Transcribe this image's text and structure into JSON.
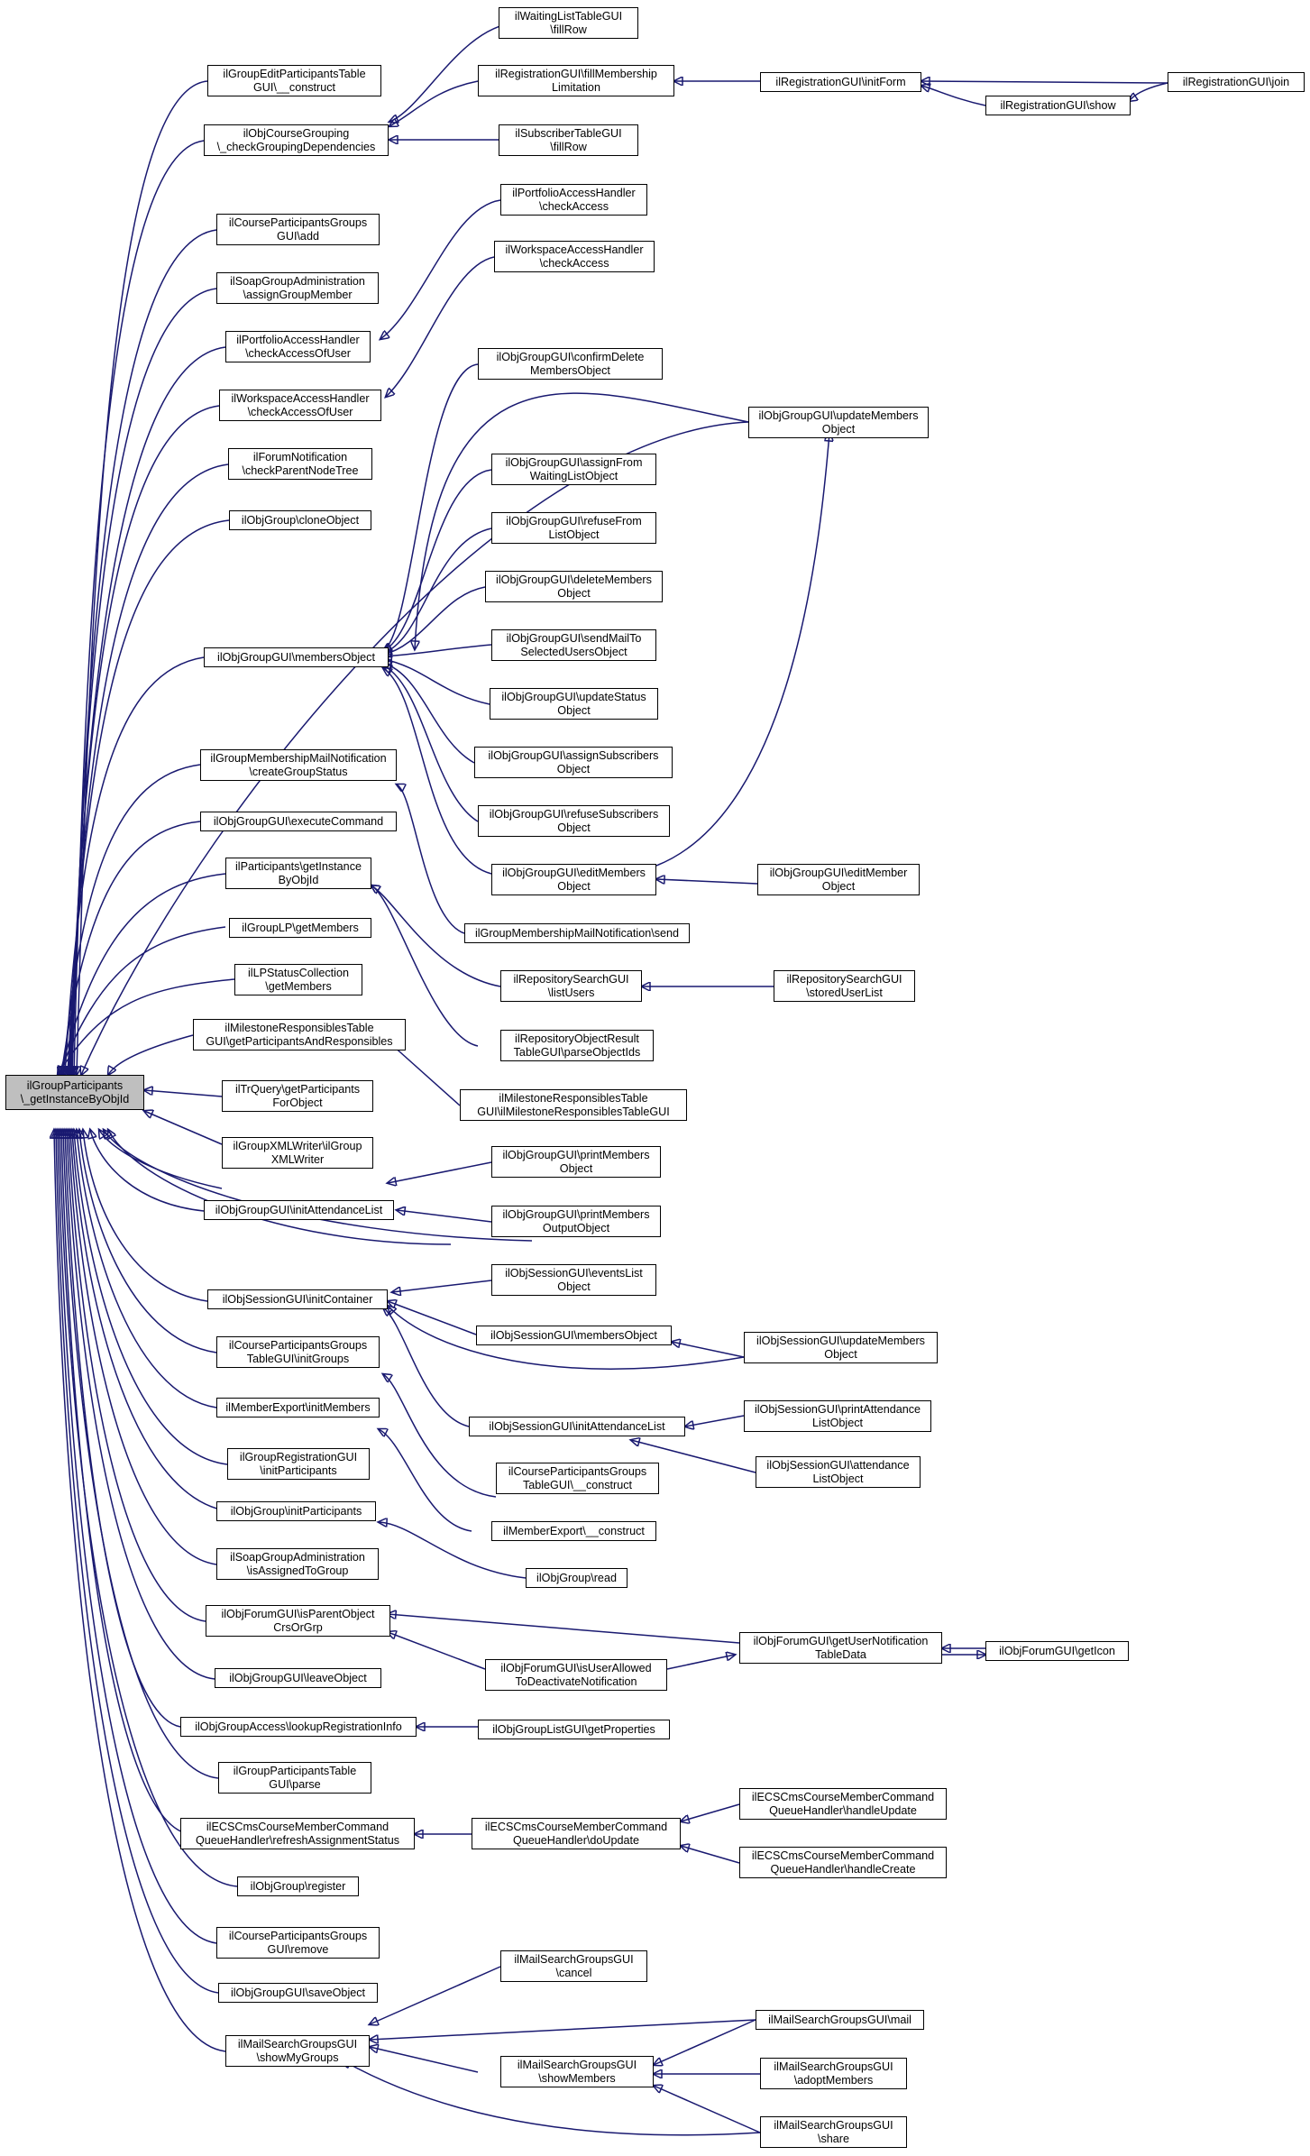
{
  "colors": {
    "edge": "#191970",
    "border": "#000000",
    "root_fill": "#bfbfbf",
    "node_fill": "#ffffff"
  },
  "nodes": {
    "root": [
      "ilGroupParticipants",
      "\\_getInstanceByObjId"
    ],
    "editParticipantsTableConstruct": [
      "ilGroupEditParticipantsTable",
      "GUI\\__construct"
    ],
    "checkGroupingDependencies": [
      "ilObjCourseGrouping",
      "\\_checkGroupingDependencies"
    ],
    "waitingListFillRow": [
      "ilWaitingListTableGUI",
      "\\fillRow"
    ],
    "fillMembershipLimitation": [
      "ilRegistrationGUI\\fillMembership",
      "Limitation"
    ],
    "subscriberFillRow": [
      "ilSubscriberTableGUI",
      "\\fillRow"
    ],
    "regInitForm": [
      "ilRegistrationGUI\\initForm"
    ],
    "regShow": [
      "ilRegistrationGUI\\show"
    ],
    "regJoin": [
      "ilRegistrationGUI\\join"
    ],
    "courseGroupsAdd": [
      "ilCourseParticipantsGroups",
      "GUI\\add"
    ],
    "soapAssign": [
      "ilSoapGroupAdministration",
      "\\assignGroupMember"
    ],
    "portfolioCheckOfUser": [
      "ilPortfolioAccessHandler",
      "\\checkAccessOfUser"
    ],
    "portfolioCheck": [
      "ilPortfolioAccessHandler",
      "\\checkAccess"
    ],
    "workspaceCheckOfUser": [
      "ilWorkspaceAccessHandler",
      "\\checkAccessOfUser"
    ],
    "workspaceCheck": [
      "ilWorkspaceAccessHandler",
      "\\checkAccess"
    ],
    "forumCheckParent": [
      "ilForumNotification",
      "\\checkParentNodeTree"
    ],
    "groupClone": [
      "ilObjGroup\\cloneObject"
    ],
    "membersObject": [
      "ilObjGroupGUI\\membersObject"
    ],
    "confirmDelete": [
      "ilObjGroupGUI\\confirmDelete",
      "MembersObject"
    ],
    "updateMembers": [
      "ilObjGroupGUI\\updateMembers",
      "Object"
    ],
    "assignFromWaiting": [
      "ilObjGroupGUI\\assignFrom",
      "WaitingListObject"
    ],
    "refuseFromList": [
      "ilObjGroupGUI\\refuseFrom",
      "ListObject"
    ],
    "deleteMembers": [
      "ilObjGroupGUI\\deleteMembers",
      "Object"
    ],
    "sendMailTo": [
      "ilObjGroupGUI\\sendMailTo",
      "SelectedUsersObject"
    ],
    "updateStatus": [
      "ilObjGroupGUI\\updateStatus",
      "Object"
    ],
    "assignSubscribers": [
      "ilObjGroupGUI\\assignSubscribers",
      "Object"
    ],
    "refuseSubscribers": [
      "ilObjGroupGUI\\refuseSubscribers",
      "Object"
    ],
    "editMembers": [
      "ilObjGroupGUI\\editMembers",
      "Object"
    ],
    "editMember": [
      "ilObjGroupGUI\\editMember",
      "Object"
    ],
    "mailNotifCreate": [
      "ilGroupMembershipMailNotification",
      "\\createGroupStatus"
    ],
    "mailNotifSend": [
      "ilGroupMembershipMailNotification\\send"
    ],
    "executeCommand": [
      "ilObjGroupGUI\\executeCommand"
    ],
    "participantsGetInstance": [
      "ilParticipants\\getInstance",
      "ByObjId"
    ],
    "repoSearchListUsers": [
      "ilRepositorySearchGUI",
      "\\listUsers"
    ],
    "repoSearchStored": [
      "ilRepositorySearchGUI",
      "\\storedUserList"
    ],
    "repoObjResult": [
      "ilRepositoryObjectResult",
      "TableGUI\\parseObjectIds"
    ],
    "lpGetMembers": [
      "ilGroupLP\\getMembers"
    ],
    "lpStatusGetMembers": [
      "ilLPStatusCollection",
      "\\getMembers"
    ],
    "milestoneGetPart": [
      "ilMilestoneResponsiblesTable",
      "GUI\\getParticipantsAndResponsibles"
    ],
    "milestoneCtor": [
      "ilMilestoneResponsiblesTable",
      "GUI\\ilMilestoneResponsiblesTableGUI"
    ],
    "trQuery": [
      "ilTrQuery\\getParticipants",
      "ForObject"
    ],
    "xmlWriter": [
      "ilGroupXMLWriter\\ilGroup",
      "XMLWriter"
    ],
    "initAttendance": [
      "ilObjGroupGUI\\initAttendanceList"
    ],
    "printMembers": [
      "ilObjGroupGUI\\printMembers",
      "Object"
    ],
    "printMembersOutput": [
      "ilObjGroupGUI\\printMembers",
      "OutputObject"
    ],
    "sessionInitContainer": [
      "ilObjSessionGUI\\initContainer"
    ],
    "sessionEventsList": [
      "ilObjSessionGUI\\eventsList",
      "Object"
    ],
    "sessionMembers": [
      "ilObjSessionGUI\\membersObject"
    ],
    "sessionUpdateMembers": [
      "ilObjSessionGUI\\updateMembers",
      "Object"
    ],
    "sessionInitAttendance": [
      "ilObjSessionGUI\\initAttendanceList"
    ],
    "sessionPrintAttendance": [
      "ilObjSessionGUI\\printAttendance",
      "ListObject"
    ],
    "sessionAttendanceList": [
      "ilObjSessionGUI\\attendance",
      "ListObject"
    ],
    "courseGroupsInit": [
      "ilCourseParticipantsGroups",
      "TableGUI\\initGroups"
    ],
    "courseGroupsCtor": [
      "ilCourseParticipantsGroups",
      "TableGUI\\__construct"
    ],
    "memberExportInit": [
      "ilMemberExport\\initMembers"
    ],
    "memberExportCtor": [
      "ilMemberExport\\__construct"
    ],
    "groupRegInit": [
      "ilGroupRegistrationGUI",
      "\\initParticipants"
    ],
    "groupInitPart": [
      "ilObjGroup\\initParticipants"
    ],
    "groupRead": [
      "ilObjGroup\\read"
    ],
    "soapIsAssigned": [
      "ilSoapGroupAdministration",
      "\\isAssignedToGroup"
    ],
    "forumIsParent": [
      "ilObjForumGUI\\isParentObject",
      "CrsOrGrp"
    ],
    "forumIsUserAllowed": [
      "ilObjForumGUI\\isUserAllowed",
      "ToDeactivateNotification"
    ],
    "forumGetNotif": [
      "ilObjForumGUI\\getUserNotification",
      "TableData"
    ],
    "forumGetIcon": [
      "ilObjForumGUI\\getIcon"
    ],
    "leaveObject": [
      "ilObjGroupGUI\\leaveObject"
    ],
    "lookupRegInfo": [
      "ilObjGroupAccess\\lookupRegistrationInfo"
    ],
    "groupListProps": [
      "ilObjGroupListGUI\\getProperties"
    ],
    "partTableParse": [
      "ilGroupParticipantsTable",
      "GUI\\parse"
    ],
    "ecsRefresh": [
      "ilECSCmsCourseMemberCommand",
      "QueueHandler\\refreshAssignmentStatus"
    ],
    "ecsDoUpdate": [
      "ilECSCmsCourseMemberCommand",
      "QueueHandler\\doUpdate"
    ],
    "ecsHandleUpdate": [
      "ilECSCmsCourseMemberCommand",
      "QueueHandler\\handleUpdate"
    ],
    "ecsHandleCreate": [
      "ilECSCmsCourseMemberCommand",
      "QueueHandler\\handleCreate"
    ],
    "groupRegister": [
      "ilObjGroup\\register"
    ],
    "courseGroupsRemove": [
      "ilCourseParticipantsGroups",
      "GUI\\remove"
    ],
    "saveObject": [
      "ilObjGroupGUI\\saveObject"
    ],
    "mailShowMyGroups": [
      "ilMailSearchGroupsGUI",
      "\\showMyGroups"
    ],
    "mailCancel": [
      "ilMailSearchGroupsGUI",
      "\\cancel"
    ],
    "mailMail": [
      "ilMailSearchGroupsGUI\\mail"
    ],
    "mailShowMembers": [
      "ilMailSearchGroupsGUI",
      "\\showMembers"
    ],
    "mailAdopt": [
      "ilMailSearchGroupsGUI",
      "\\adoptMembers"
    ],
    "mailShare": [
      "ilMailSearchGroupsGUI",
      "\\share"
    ]
  }
}
